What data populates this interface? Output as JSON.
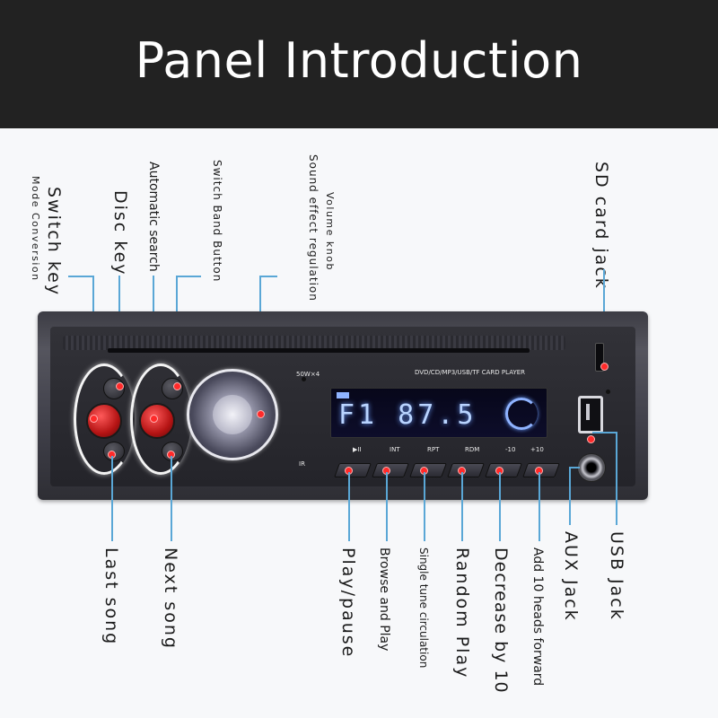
{
  "header": {
    "title": "Panel Introduction"
  },
  "panel_text": {
    "power": "50W×4",
    "formats": "DVD/CD/MP3/USB/TF  CARD PLAYER",
    "display_reading": "F1 87.5",
    "ir": "IR",
    "buttons": [
      "▶II",
      "INT",
      "RPT",
      "RDM",
      "-10",
      "+10"
    ]
  },
  "labels": {
    "switch_key": "Switch key",
    "mode_conversion": "Mode Conversion",
    "disc_key": "Disc key",
    "automatic_search": "Automatic search",
    "switch_band": "Switch Band Button",
    "volume_knob": "Volume knob",
    "sound_effect": "Sound effect regulation",
    "sd_card_jack": "SD card jack",
    "last_song": "Last song",
    "next_song": "Next song",
    "play_pause": "Play/pause",
    "browse_play": "Browse and Play",
    "single_tune": "Single tune circulation",
    "random_play": "Random Play",
    "decrease_10": "Decrease by 10",
    "add_10": "Add 10 heads forward",
    "aux_jack": "AUX Jack",
    "usb_jack": "USB Jack"
  },
  "colors": {
    "leader": "#5aa7d6",
    "accent_red": "#ff2a2a",
    "display_blue": "#b9d4ff",
    "header_bg": "#222222"
  }
}
